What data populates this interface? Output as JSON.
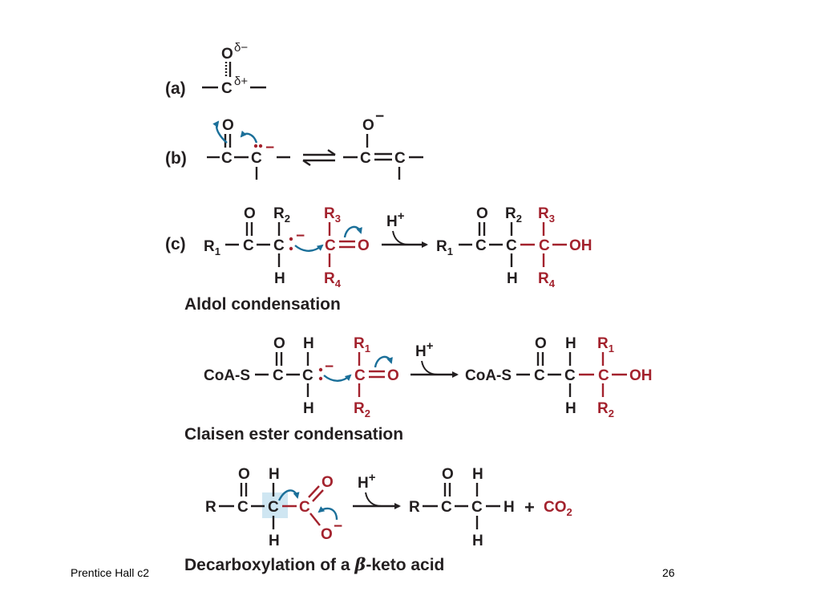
{
  "panel_a": {
    "label": "(a)",
    "oxygen": "O",
    "delta_minus": "δ−",
    "carbon": "C",
    "delta_plus": "δ+"
  },
  "panel_b": {
    "label": "(b)",
    "left": {
      "o": "O",
      "c1": "C",
      "c2": "C",
      "charge": "−",
      "lone_pair": "••"
    },
    "right": {
      "o": "O",
      "o_charge": "−",
      "c1": "C",
      "c2": "C"
    }
  },
  "panel_c": {
    "label": "(c)",
    "reactant": {
      "r1": "R",
      "r1_sub": "1",
      "o": "O",
      "r2": "R",
      "r2_sub": "2",
      "c1": "C",
      "c2": "C",
      "h": "H",
      "charge": "−",
      "r3": "R",
      "r3_sub": "3",
      "c3": "C",
      "o2": "O",
      "r4": "R",
      "r4_sub": "4"
    },
    "hplus": "H",
    "hplus_charge": "+",
    "product": {
      "r1": "R",
      "r1_sub": "1",
      "o": "O",
      "r2": "R",
      "r2_sub": "2",
      "c1": "C",
      "c2": "C",
      "h": "H",
      "r3": "R",
      "r3_sub": "3",
      "c3": "C",
      "oh": "OH",
      "r4": "R",
      "r4_sub": "4"
    },
    "caption": "Aldol condensation"
  },
  "claisen": {
    "reactant": {
      "coa": "CoA-S",
      "o": "O",
      "h_top": "H",
      "c1": "C",
      "c2": "C",
      "h_bot": "H",
      "charge": "−",
      "r1": "R",
      "r1_sub": "1",
      "c3": "C",
      "o2": "O",
      "r2": "R",
      "r2_sub": "2"
    },
    "hplus": "H",
    "hplus_charge": "+",
    "product": {
      "coa": "CoA-S",
      "o": "O",
      "h_top": "H",
      "c1": "C",
      "c2": "C",
      "h_bot": "H",
      "r1": "R",
      "r1_sub": "1",
      "c3": "C",
      "oh": "OH",
      "r2": "R",
      "r2_sub": "2"
    },
    "caption": "Claisen ester condensation"
  },
  "decarbox": {
    "reactant": {
      "r": "R",
      "o": "O",
      "c1": "C",
      "h_top": "H",
      "c2": "C",
      "h_bot": "H",
      "c3": "C",
      "o_top": "O",
      "o_bot": "O",
      "o_charge": "−"
    },
    "hplus": "H",
    "hplus_charge": "+",
    "product": {
      "r": "R",
      "o": "O",
      "c1": "C",
      "h_top": "H",
      "c2": "C",
      "h_right": "H",
      "h_bot": "H"
    },
    "plus": "+",
    "co2": "CO",
    "co2_sub": "2",
    "caption_pre": "Decarboxylation of a ",
    "caption_beta": "β",
    "caption_post": "-keto acid"
  },
  "footer": {
    "left_text": "Prentice Hall c2",
    "page_number": "26"
  },
  "colors": {
    "ink": "#231f20",
    "red": "#a3222d",
    "blue": "#1a6f99",
    "highlight": "#cfe6f2"
  }
}
